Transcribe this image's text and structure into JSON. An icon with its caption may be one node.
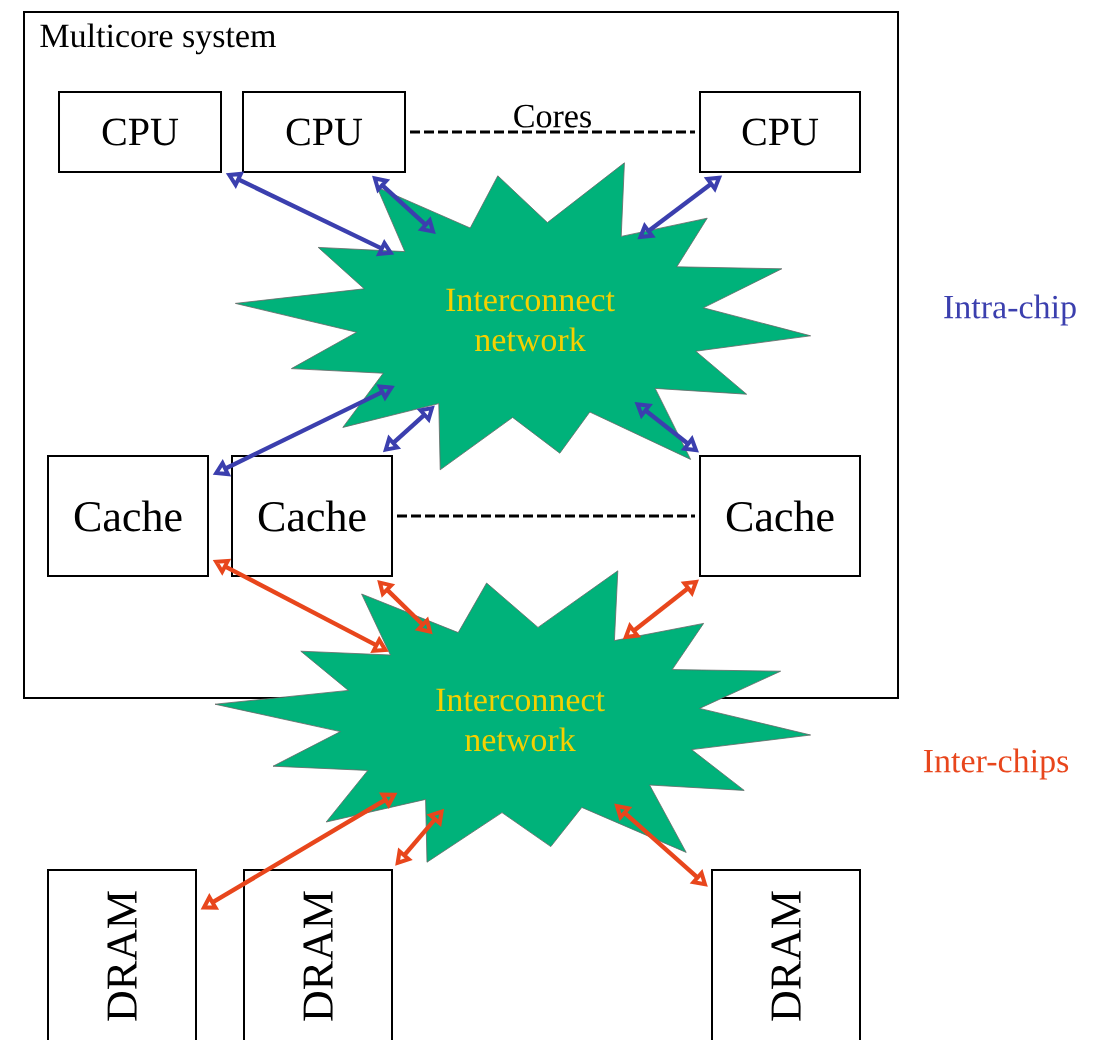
{
  "diagram": {
    "nodes": [
      {
        "text": [
          "Multicore system"
        ]
      },
      {
        "text": [
          "CPU"
        ],
        "in": 0
      },
      {
        "text": [
          "CPU"
        ],
        "in": 0
      },
      {
        "text": [
          "CPU"
        ],
        "in": 0
      },
      {
        "text": [
          "Interconnect network"
        ],
        "in": 0
      },
      {
        "text": [
          "Cache"
        ],
        "in": 0
      },
      {
        "text": [
          "Cache"
        ],
        "in": 0
      },
      {
        "text": [
          "Cache"
        ],
        "in": 0
      },
      {
        "text": [
          "Interconnect network"
        ]
      },
      {
        "text": [
          "DRAM"
        ]
      },
      {
        "text": [
          "DRAM"
        ]
      },
      {
        "text": [
          "DRAM"
        ]
      }
    ],
    "edges": [
      {
        "from": 2,
        "to": 3,
        "arrow": "none",
        "label": "Cores",
        "style": "dashed",
        "color": "#000000"
      },
      {
        "from": 1,
        "to": 4,
        "arrow": "both",
        "color": "#3b3fae"
      },
      {
        "from": 2,
        "to": 4,
        "arrow": "both",
        "color": "#3b3fae"
      },
      {
        "from": 3,
        "to": 4,
        "arrow": "both",
        "color": "#3b3fae"
      },
      {
        "from": 4,
        "to": 5,
        "arrow": "both",
        "color": "#3b3fae"
      },
      {
        "from": 4,
        "to": 6,
        "arrow": "both",
        "color": "#3b3fae"
      },
      {
        "from": 4,
        "to": 7,
        "arrow": "both",
        "color": "#3b3fae"
      },
      {
        "from": 6,
        "to": 7,
        "arrow": "none",
        "style": "dashed",
        "color": "#000000"
      },
      {
        "from": 5,
        "to": 8,
        "arrow": "both",
        "color": "#e8461c"
      },
      {
        "from": 6,
        "to": 8,
        "arrow": "both",
        "color": "#e8461c"
      },
      {
        "from": 7,
        "to": 8,
        "arrow": "both",
        "color": "#e8461c"
      },
      {
        "from": 8,
        "to": 9,
        "arrow": "both",
        "color": "#e8461c"
      },
      {
        "from": 8,
        "to": 10,
        "arrow": "both",
        "color": "#e8461c"
      },
      {
        "from": 8,
        "to": 11,
        "arrow": "both",
        "color": "#e8461c"
      }
    ],
    "labels": [
      "Intra-chip",
      "Inter-chips"
    ]
  }
}
